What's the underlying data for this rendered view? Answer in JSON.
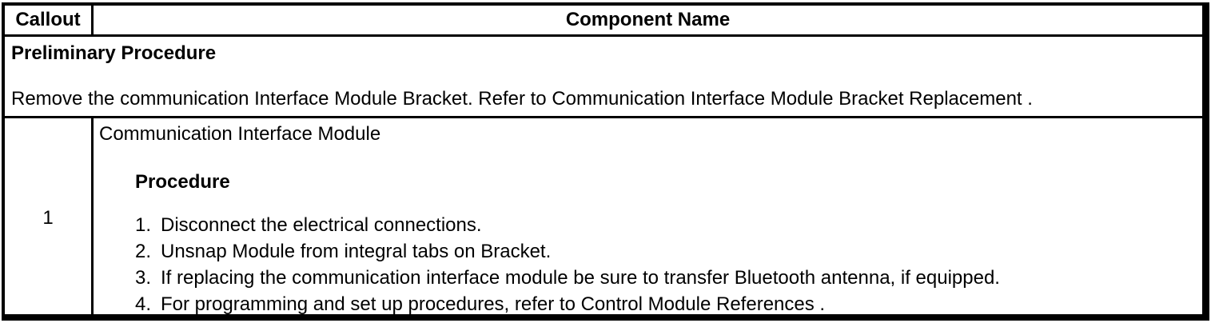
{
  "colors": {
    "border": "#000000",
    "text": "#000000",
    "background": "#ffffff"
  },
  "table": {
    "header": {
      "callout_label": "Callout",
      "component_label": "Component Name"
    },
    "preliminary": {
      "title": "Preliminary Procedure",
      "text": "Remove the communication Interface Module Bracket. Refer to Communication Interface Module Bracket Replacement ."
    },
    "rows": [
      {
        "callout": "1",
        "component_name": "Communication Interface Module",
        "procedure_heading": "Procedure",
        "steps": [
          {
            "num": "1.",
            "text": "Disconnect the electrical connections."
          },
          {
            "num": "2.",
            "text": "Unsnap Module from integral tabs on Bracket."
          },
          {
            "num": "3.",
            "text": "If replacing the communication interface module be sure to transfer Bluetooth antenna, if equipped."
          },
          {
            "num": "4.",
            "text": "For programming and set up procedures, refer to Control Module References ."
          }
        ]
      }
    ]
  }
}
